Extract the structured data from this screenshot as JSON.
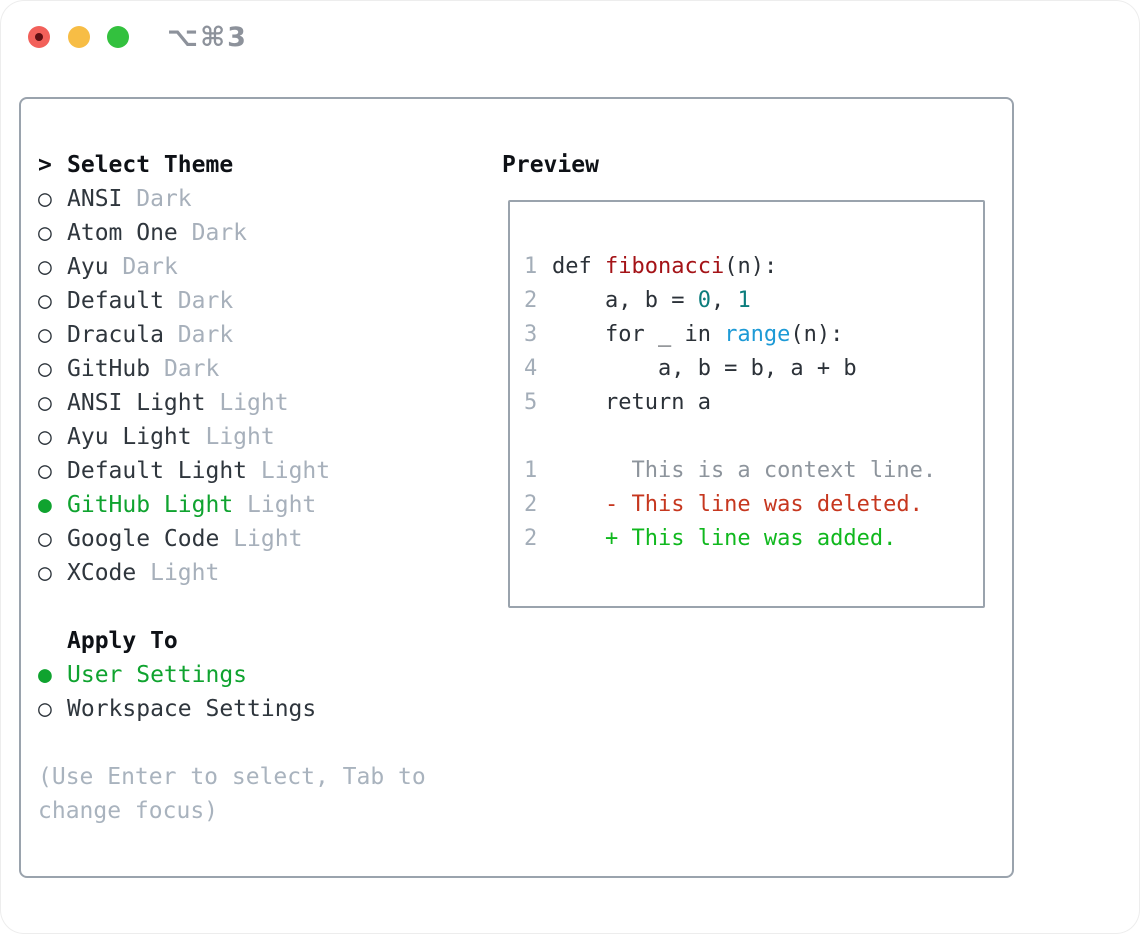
{
  "window": {
    "shortcut": "⌥⌘3"
  },
  "icons": {
    "radio_selected": "●",
    "radio_unselected": "○",
    "cursor": ">"
  },
  "colors": {
    "selected_green": "#0fa32f",
    "item_text": "#2f363d",
    "variant_tag": "#a7b0bb",
    "header_text": "#0e1116",
    "hint_text": "#a9b3be",
    "panel_border": "#9aa3ad",
    "code_plain": "#2b3138",
    "code_function": "#a41317",
    "code_number": "#0c7d7d",
    "code_builtin": "#1d9ad6",
    "line_number": "#a3adb8",
    "diff_context": "#8d949c",
    "diff_deleted": "#c6371f",
    "diff_added": "#10b81e",
    "traffic_red": "#f2605a",
    "traffic_yellow": "#f7bd45",
    "traffic_green": "#33c13e"
  },
  "panel": {
    "theme_selector": {
      "cursor": ">",
      "title": "Select Theme",
      "options": [
        {
          "name": "ANSI",
          "variant": "Dark",
          "selected": false
        },
        {
          "name": "Atom One",
          "variant": "Dark",
          "selected": false
        },
        {
          "name": "Ayu",
          "variant": "Dark",
          "selected": false
        },
        {
          "name": "Default",
          "variant": "Dark",
          "selected": false
        },
        {
          "name": "Dracula",
          "variant": "Dark",
          "selected": false
        },
        {
          "name": "GitHub",
          "variant": "Dark",
          "selected": false
        },
        {
          "name": "ANSI Light",
          "variant": "Light",
          "selected": false
        },
        {
          "name": "Ayu Light",
          "variant": "Light",
          "selected": false
        },
        {
          "name": "Default Light",
          "variant": "Light",
          "selected": false
        },
        {
          "name": "GitHub Light",
          "variant": "Light",
          "selected": true
        },
        {
          "name": "Google Code",
          "variant": "Light",
          "selected": false
        },
        {
          "name": "XCode",
          "variant": "Light",
          "selected": false
        }
      ]
    },
    "apply_to": {
      "title": "Apply To",
      "options": [
        {
          "name": "User Settings",
          "selected": true
        },
        {
          "name": "Workspace Settings",
          "selected": false
        }
      ]
    },
    "hint": "(Use Enter to select, Tab to change focus)",
    "preview": {
      "title": "Preview",
      "code_lines": [
        {
          "num": "1",
          "segments": [
            {
              "text": "def ",
              "style": "plain"
            },
            {
              "text": "fibonacci",
              "style": "function"
            },
            {
              "text": "(n):",
              "style": "plain"
            }
          ]
        },
        {
          "num": "2",
          "segments": [
            {
              "text": "    a, b = ",
              "style": "plain"
            },
            {
              "text": "0",
              "style": "number"
            },
            {
              "text": ", ",
              "style": "plain"
            },
            {
              "text": "1",
              "style": "number"
            }
          ]
        },
        {
          "num": "3",
          "segments": [
            {
              "text": "    for _ in ",
              "style": "plain"
            },
            {
              "text": "range",
              "style": "builtin"
            },
            {
              "text": "(n):",
              "style": "plain"
            }
          ]
        },
        {
          "num": "4",
          "segments": [
            {
              "text": "        a, b = b, a + b",
              "style": "plain"
            }
          ]
        },
        {
          "num": "5",
          "segments": [
            {
              "text": "    return a",
              "style": "plain"
            }
          ]
        },
        {
          "num": "",
          "segments": []
        },
        {
          "num": "1",
          "segments": [
            {
              "text": "      This is a context line.",
              "style": "context"
            }
          ]
        },
        {
          "num": "2",
          "segments": [
            {
              "text": "    - This line was deleted.",
              "style": "deleted"
            }
          ]
        },
        {
          "num": "2",
          "segments": [
            {
              "text": "    + This line was added.",
              "style": "added"
            }
          ]
        }
      ]
    }
  }
}
